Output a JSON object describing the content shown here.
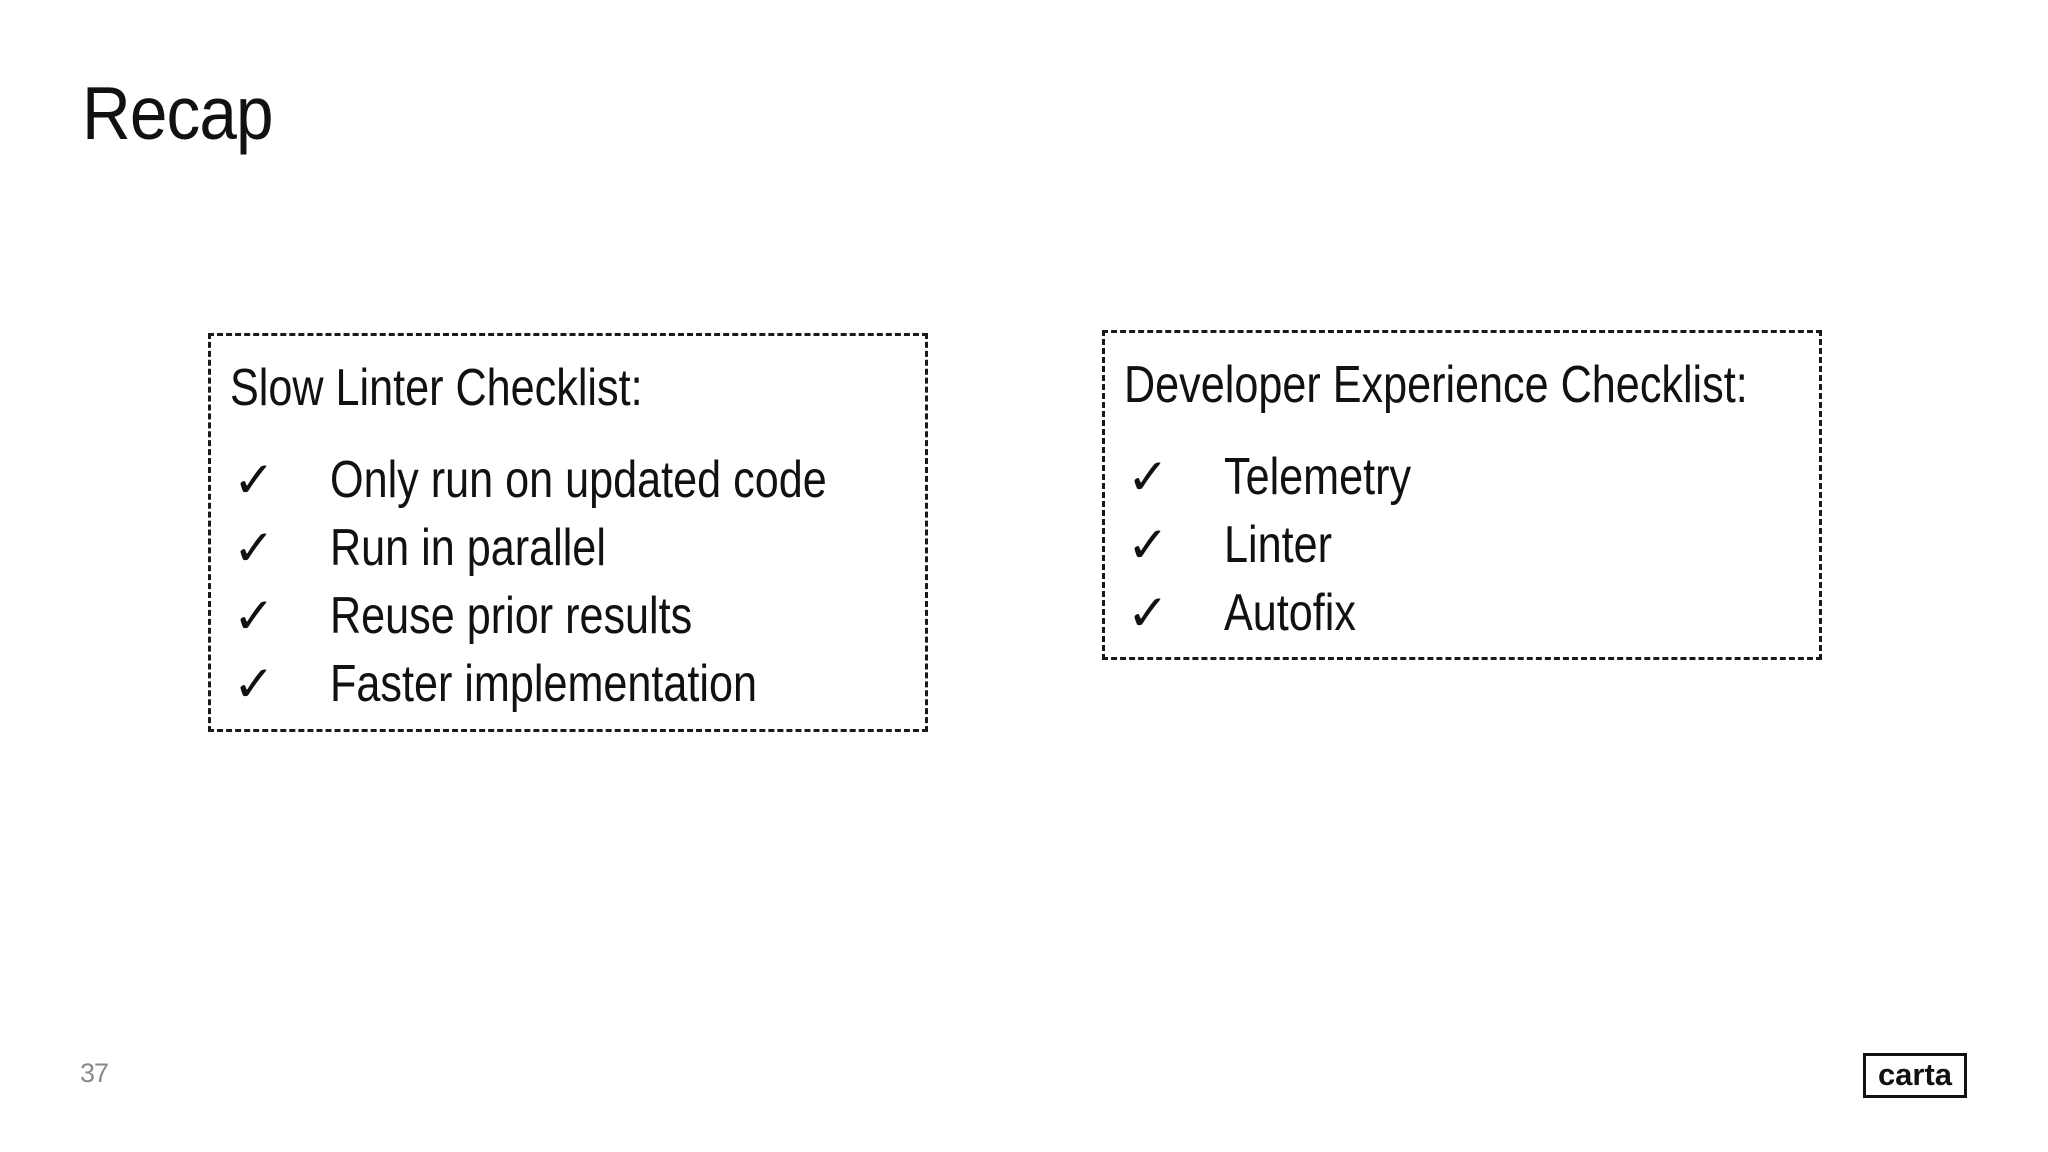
{
  "slide": {
    "title": "Recap",
    "page_number": "37",
    "logo_text": "carta"
  },
  "checklists": [
    {
      "title": "Slow Linter Checklist:",
      "check_glyph": "✓",
      "items": [
        "Only run on updated code",
        "Run in parallel",
        "Reuse prior results",
        "Faster implementation"
      ]
    },
    {
      "title": "Developer Experience Checklist:",
      "check_glyph": "✓",
      "items": [
        "Telemetry",
        "Linter",
        "Autofix"
      ]
    }
  ],
  "colors": {
    "background": "#ffffff",
    "text": "#111111",
    "muted_text": "#8a8a8a",
    "border": "#1a1a1a"
  }
}
